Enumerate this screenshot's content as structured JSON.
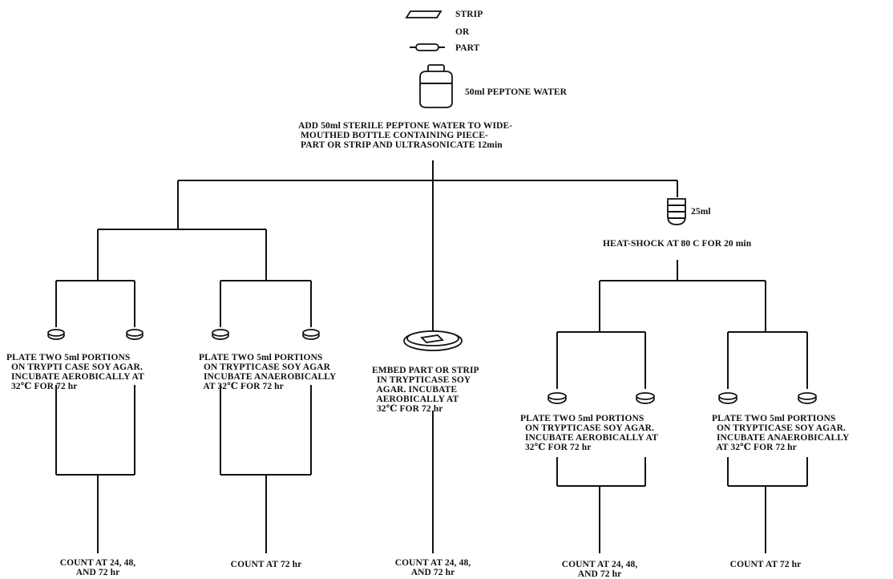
{
  "legend": {
    "strip": "STRIP",
    "or": "OR",
    "part": "PART"
  },
  "bottle": {
    "label": "50ml PEPTONE WATER"
  },
  "start_step": "ADD 50ml STERILE PEPTONE WATER TO WIDE-\n MOUTHED BOTTLE CONTAINING PIECE-\n PART OR STRIP AND ULTRASONICATE 12min",
  "tube": {
    "label": "25ml"
  },
  "heat_shock": "HEAT-SHOCK AT 80 C FOR 20 min",
  "branches": [
    {
      "step": "PLATE TWO 5ml PORTIONS\n  ON TRYPTI CASE SOY AGAR.\n  INCUBATE AEROBICALLY AT\n  32℃ FOR 72 hr",
      "count": "COUNT AT 24, 48,\nAND 72 hr"
    },
    {
      "step": "PLATE TWO 5ml PORTIONS\n  ON TRYPTICASE SOY AGAR\n  INCUBATE ANAEROBICALLY\n  AT 32℃ FOR 72 hr",
      "count": "COUNT AT 72 hr"
    },
    {
      "step": "EMBED PART OR STRIP\n  IN TRYPTICASE SOY\n  AGAR. INCUBATE\n  AEROBICALLY AT\n  32℃ FOR 72 hr",
      "count": "COUNT AT 24, 48,\nAND 72 hr"
    },
    {
      "step": "PLATE TWO 5ml PORTIONS\n  ON TRYPTICASE SOY AGAR.\n  INCUBATE AEROBICALLY AT\n  32℃ FOR 72 hr",
      "count": "COUNT AT 24, 48,\nAND 72 hr"
    },
    {
      "step": "PLATE TWO 5ml PORTIONS\n  ON TRYPTICASE SOY AGAR.\n  INCUBATE ANAEROBICALLY\n  AT 32℃ FOR 72 hr",
      "count": "COUNT AT 72 hr"
    }
  ]
}
